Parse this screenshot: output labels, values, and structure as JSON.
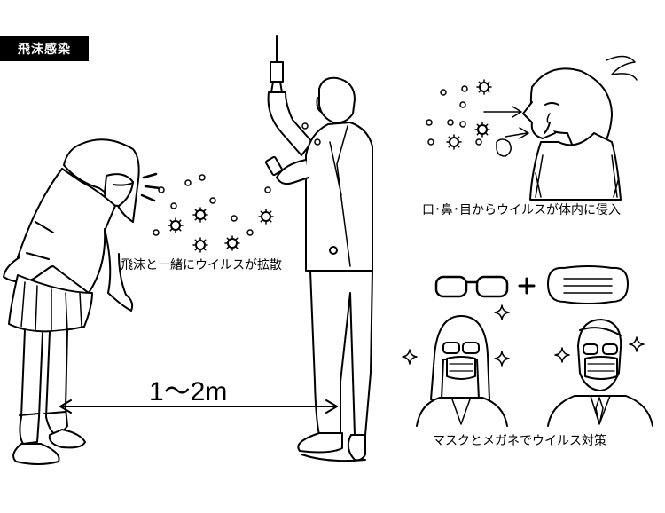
{
  "title_tag": "飛沫感染",
  "labels": {
    "spread": "飛沫と一緒にウイルスが拡散",
    "entry": "口･鼻･目からウイルスが体内に侵入",
    "distance": "1～2m",
    "protection": "マスクとメガネでウイルス対策"
  },
  "colors": {
    "line": "#000000",
    "background": "#ffffff"
  },
  "icons": [
    "sparkle-icon",
    "virus-icon",
    "plus-icon",
    "glasses-icon",
    "mask-icon"
  ]
}
